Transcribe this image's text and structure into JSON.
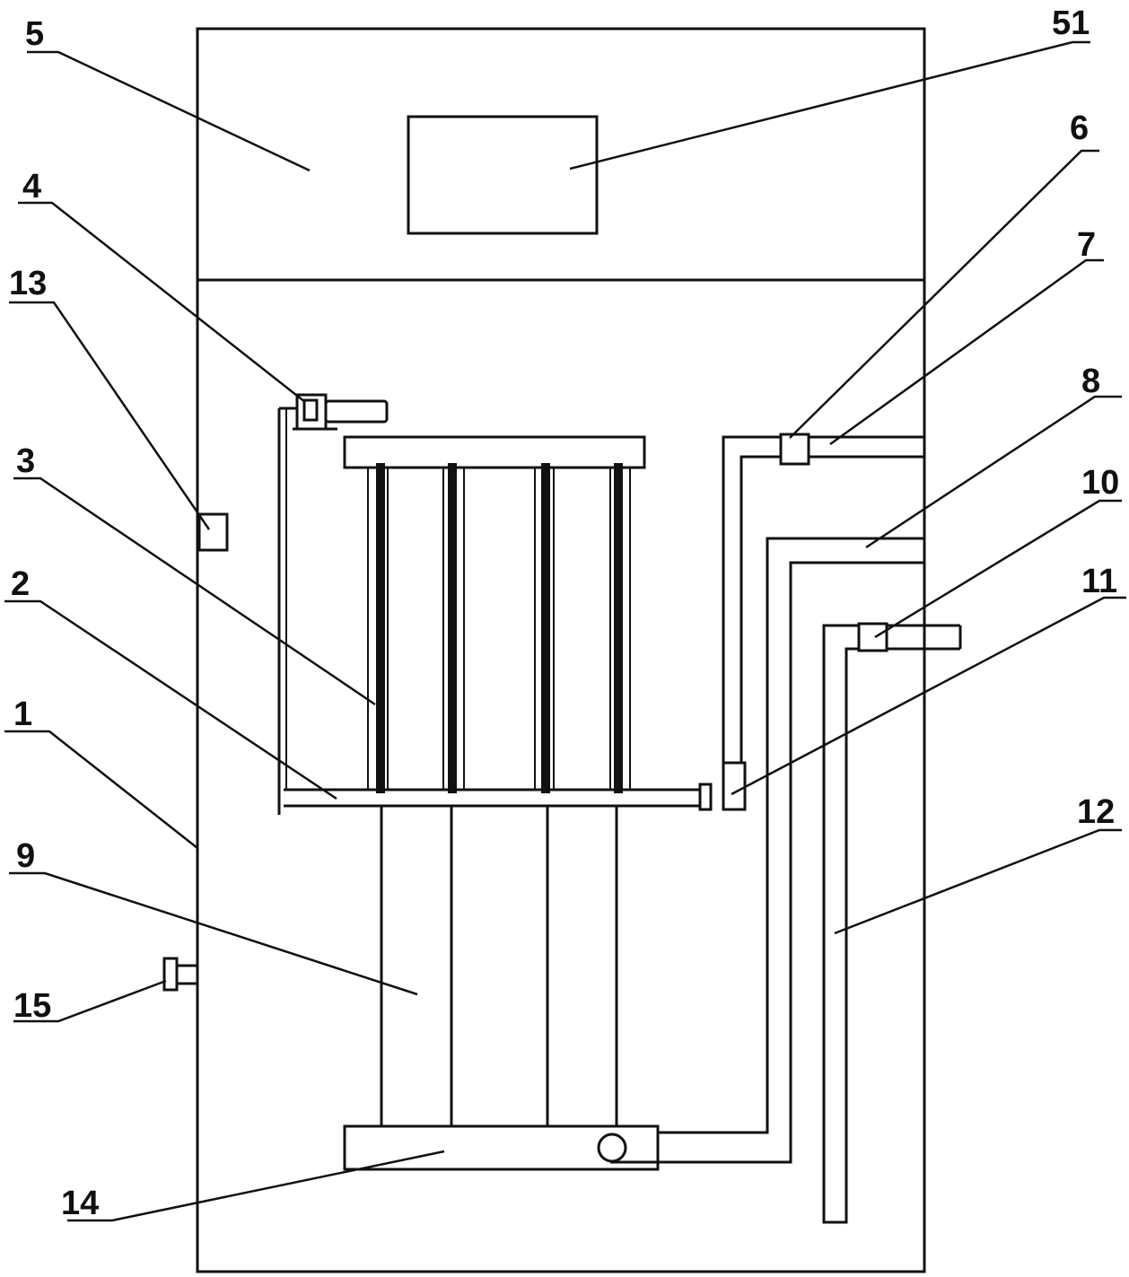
{
  "labels": {
    "l1": "1",
    "l2": "2",
    "l3": "3",
    "l4": "4",
    "l5": "5",
    "l51": "51",
    "l6": "6",
    "l7": "7",
    "l8": "8",
    "l9": "9",
    "l10": "10",
    "l11": "11",
    "l12": "12",
    "l13": "13",
    "l14": "14",
    "l15": "15"
  }
}
